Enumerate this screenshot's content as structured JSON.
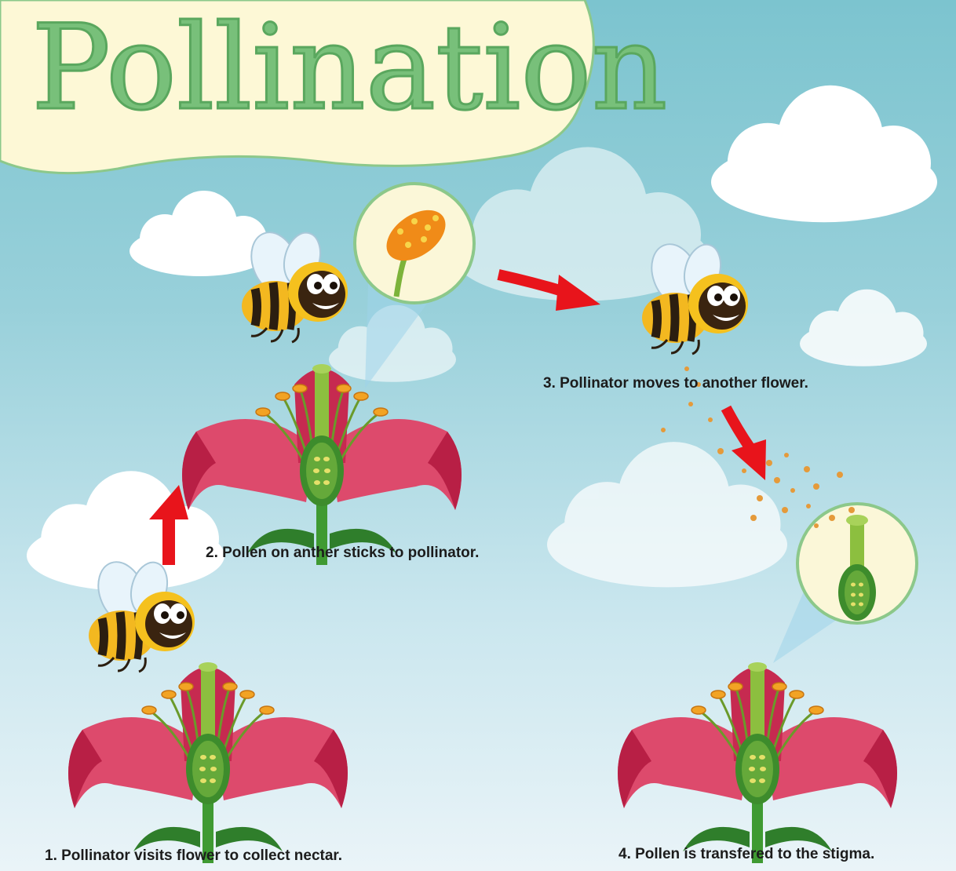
{
  "title": "Pollination",
  "steps": [
    {
      "number": 1,
      "text": "1. Pollinator visits flower to collect nectar."
    },
    {
      "number": 2,
      "text": "2. Pollen on anther sticks to pollinator."
    },
    {
      "number": 3,
      "text": "3. Pollinator moves to another flower."
    },
    {
      "number": 4,
      "text": "4. Pollen is transfered to the stigma."
    }
  ],
  "colors": {
    "sky_top": "#7cc4cf",
    "banner": "#fdf8d6",
    "title": "#78c07a",
    "petal": "#dd4a6c",
    "arrow": "#e8141b",
    "pollen": "#e59a3a"
  }
}
